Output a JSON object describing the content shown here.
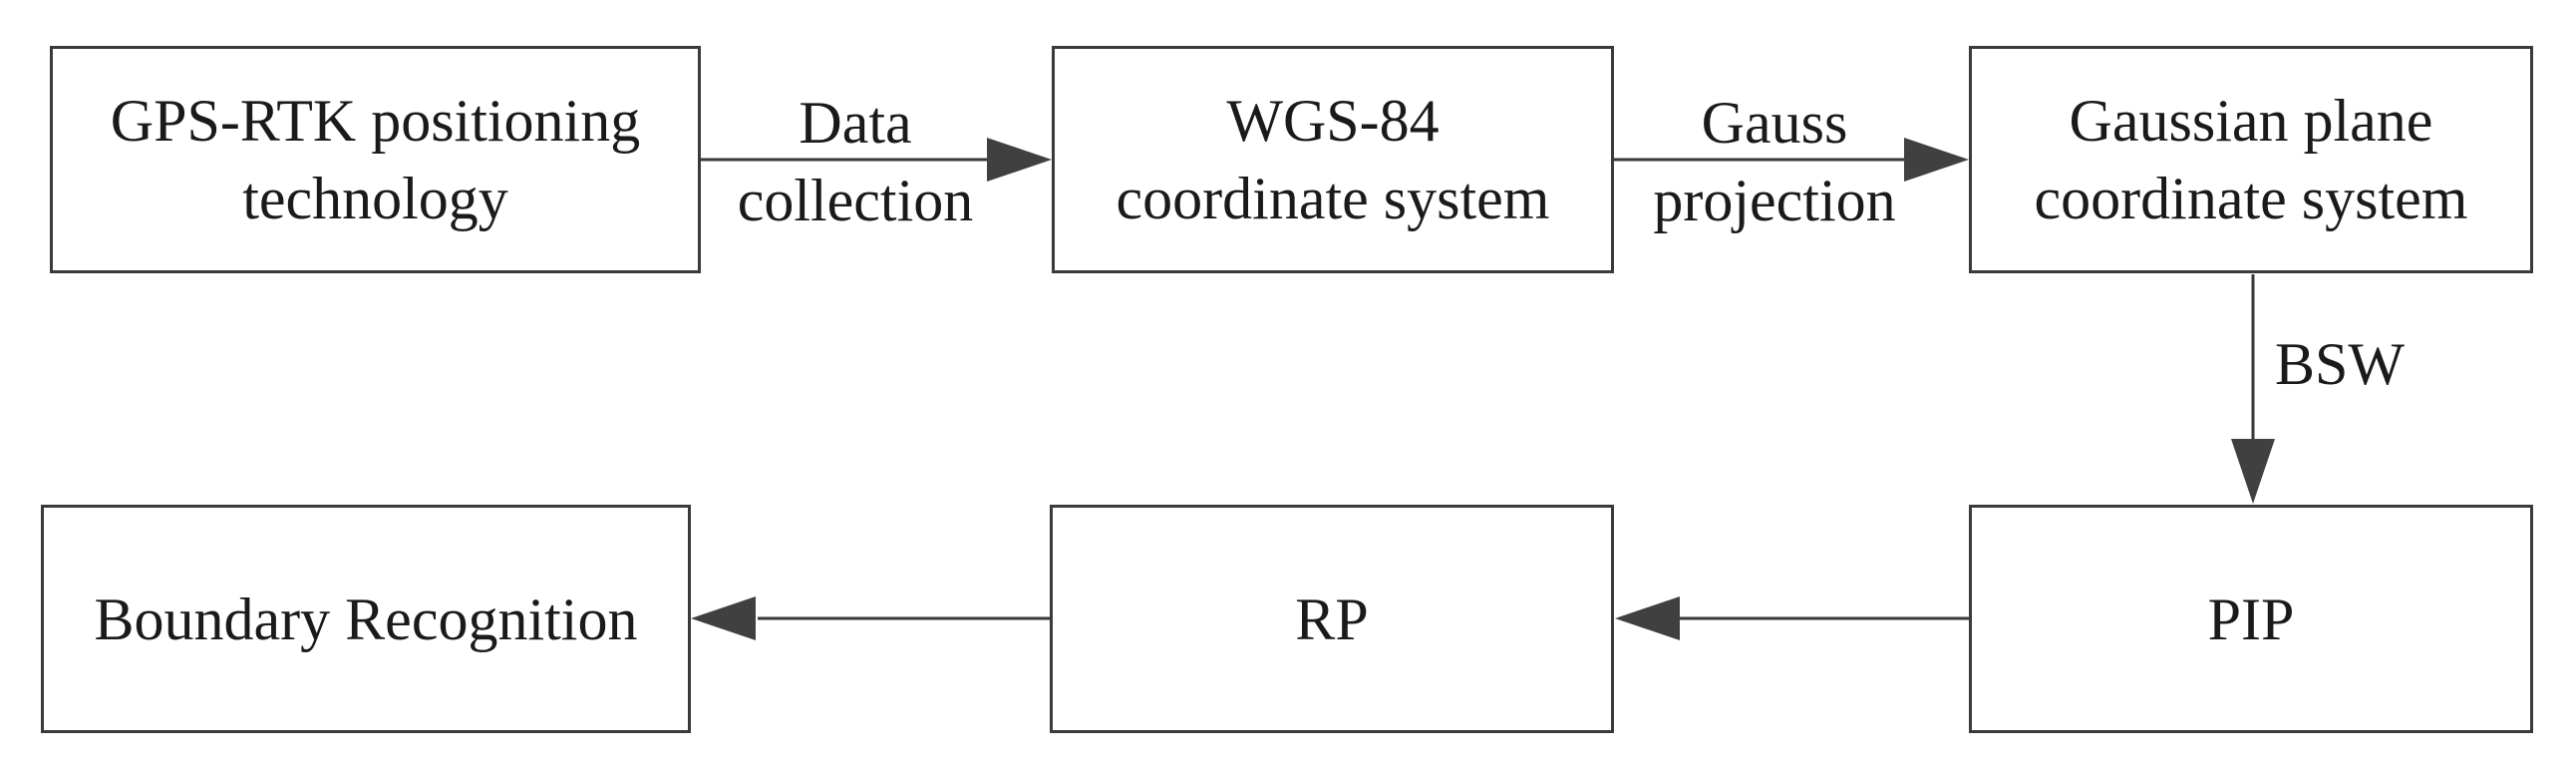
{
  "nodes": {
    "gps_rtk": {
      "line1": "GPS-RTK positioning",
      "line2": "technology"
    },
    "wgs84": {
      "line1": "WGS-84",
      "line2": "coordinate system"
    },
    "gaussian_plane": {
      "line1": "Gaussian plane",
      "line2": "coordinate system"
    },
    "pip": {
      "label": "PIP"
    },
    "rp": {
      "label": "RP"
    },
    "boundary": {
      "label": "Boundary Recognition"
    }
  },
  "edges": {
    "data_collection": {
      "line1": "Data",
      "line2": "collection"
    },
    "gauss_projection": {
      "line1": "Gauss",
      "line2": "projection"
    },
    "bsw": {
      "label": "BSW"
    }
  },
  "colors": {
    "stroke": "#3a3a3a",
    "arrowhead": "#404040",
    "text": "#1a1a1a"
  }
}
